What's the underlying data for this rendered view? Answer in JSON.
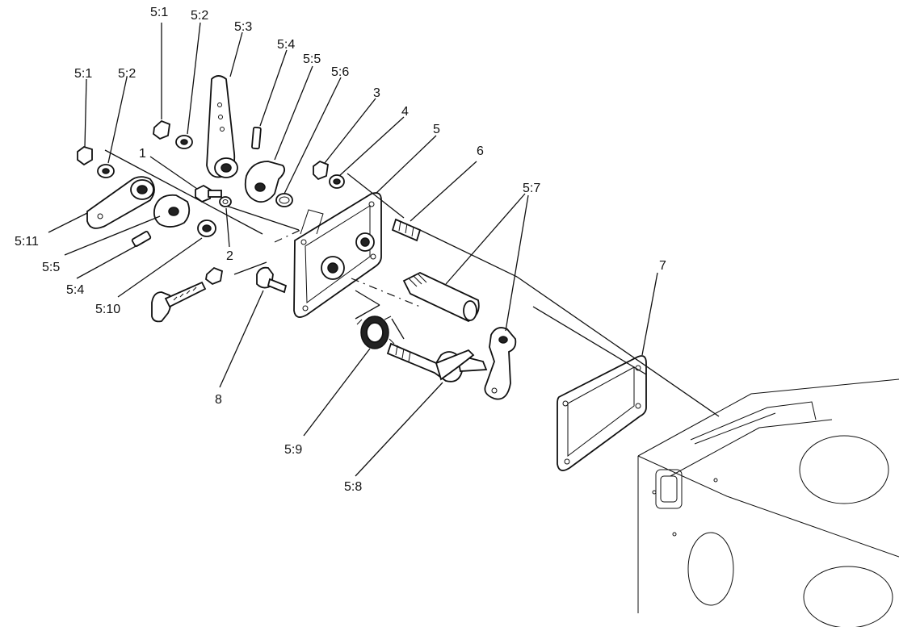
{
  "labels": {
    "p5_1_a": "5:1",
    "p5_2_a": "5:2",
    "p5_3": "5:3",
    "p5_4_a": "5:4",
    "p5_5_a": "5:5",
    "p5_6": "5:6",
    "p3": "3",
    "p4": "4",
    "p5": "5",
    "p6": "6",
    "p5_7": "5:7",
    "p7": "7",
    "p5_1_b": "5:1",
    "p5_2_b": "5:2",
    "p1": "1",
    "p2": "2",
    "p5_11": "5:11",
    "p5_5_b": "5:5",
    "p5_4_b": "5:4",
    "p5_10": "5:10",
    "p8": "8",
    "p5_9": "5:9",
    "p5_8": "5:8"
  }
}
